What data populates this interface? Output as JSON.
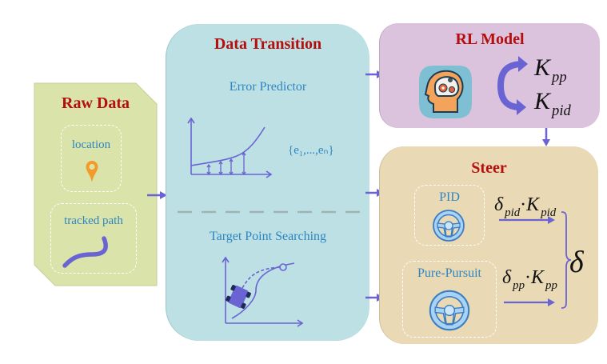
{
  "colors": {
    "raw_data_bg": "#d9e3aa",
    "data_transition_bg": "#bce0e3",
    "rl_model_bg": "#dcc3dd",
    "steer_bg": "#ead9b5",
    "title": "#b50e0e",
    "label": "#2e86c1",
    "arrow": "#6a63d4",
    "pin": "#f39a2a"
  },
  "raw_data": {
    "title": "Raw Data",
    "location_label": "location",
    "location_icon": "map-pin-icon",
    "tracked_path_label": "tracked path",
    "tracked_path_icon": "path-curve-icon"
  },
  "data_transition": {
    "title": "Data Transition",
    "error_predictor_label": "Error Predictor",
    "error_set": "{e₁,...,eₙ}",
    "error_chart_icon": "error-curve-chart-icon",
    "target_point_label": "Target Point Searching",
    "target_chart_icon": "vehicle-target-path-icon"
  },
  "rl_model": {
    "title": "RL Model",
    "brain_icon": "brain-gears-icon",
    "outputs": [
      {
        "symbol": "K",
        "sub": "pp"
      },
      {
        "symbol": "K",
        "sub": "pid"
      }
    ]
  },
  "steer": {
    "title": "Steer",
    "controllers": [
      {
        "label": "PID",
        "icon": "steering-wheel-icon",
        "term": {
          "a": "δ",
          "a_sub": "pid",
          "dot": "·",
          "b": "K",
          "b_sub": "pid"
        }
      },
      {
        "label": "Pure-Pursuit",
        "icon": "steering-wheel-icon",
        "term": {
          "a": "δ",
          "a_sub": "pp",
          "dot": "·",
          "b": "K",
          "b_sub": "pp"
        }
      }
    ],
    "output": "δ"
  }
}
